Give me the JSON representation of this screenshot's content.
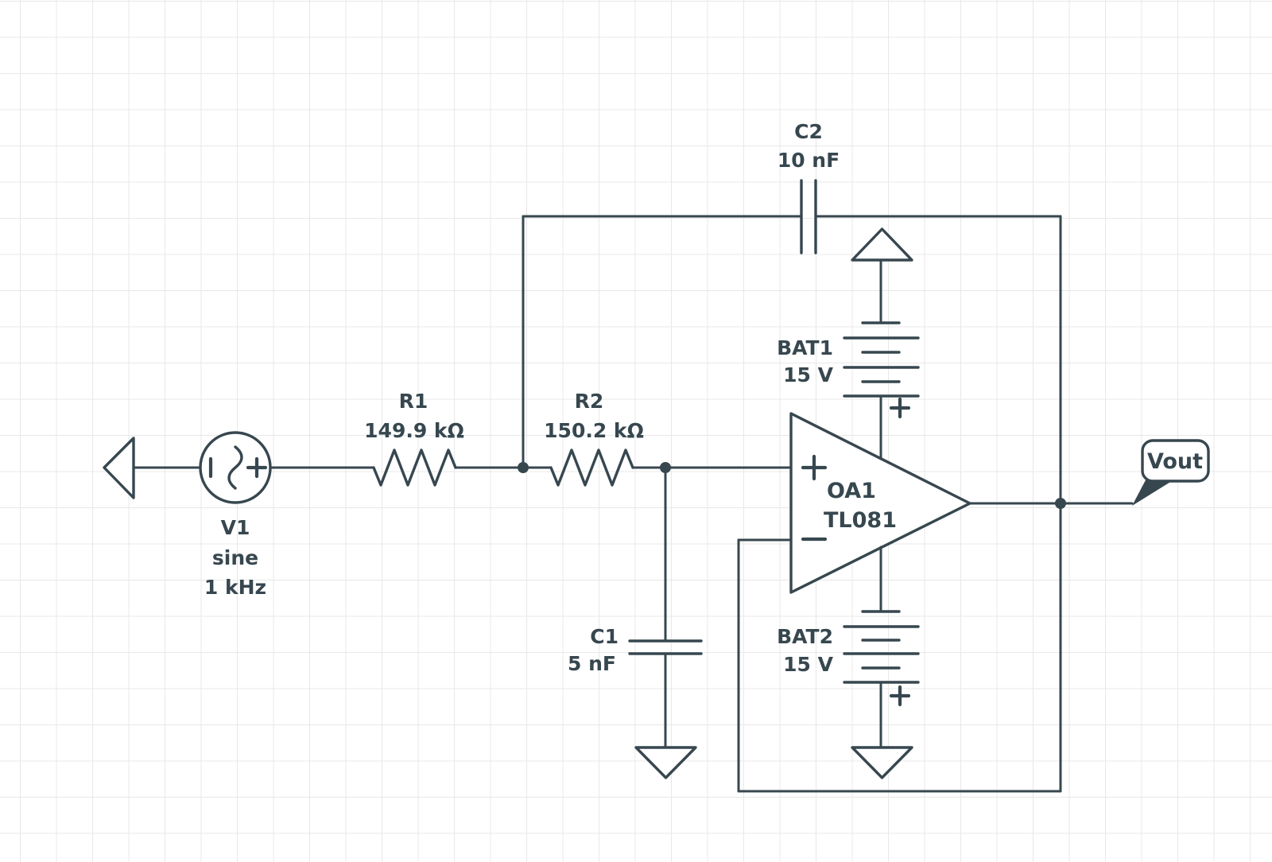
{
  "diagram_type": "circuit-schematic",
  "colors": {
    "ink": "#37474f",
    "grid": "#e8e8e8",
    "background": "#ffffff"
  },
  "source_v1": {
    "designator": "V1",
    "waveform": "sine",
    "frequency": "1 kHz"
  },
  "resistor_r1": {
    "designator": "R1",
    "value": "149.9 kΩ"
  },
  "resistor_r2": {
    "designator": "R2",
    "value": "150.2 kΩ"
  },
  "capacitor_c1": {
    "designator": "C1",
    "value": "5 nF"
  },
  "capacitor_c2": {
    "designator": "C2",
    "value": "10 nF"
  },
  "battery_bat1": {
    "designator": "BAT1",
    "value": "15 V"
  },
  "battery_bat2": {
    "designator": "BAT2",
    "value": "15 V"
  },
  "opamp_oa1": {
    "designator": "OA1",
    "part": "TL081"
  },
  "output_flag": {
    "label": "Vout"
  }
}
